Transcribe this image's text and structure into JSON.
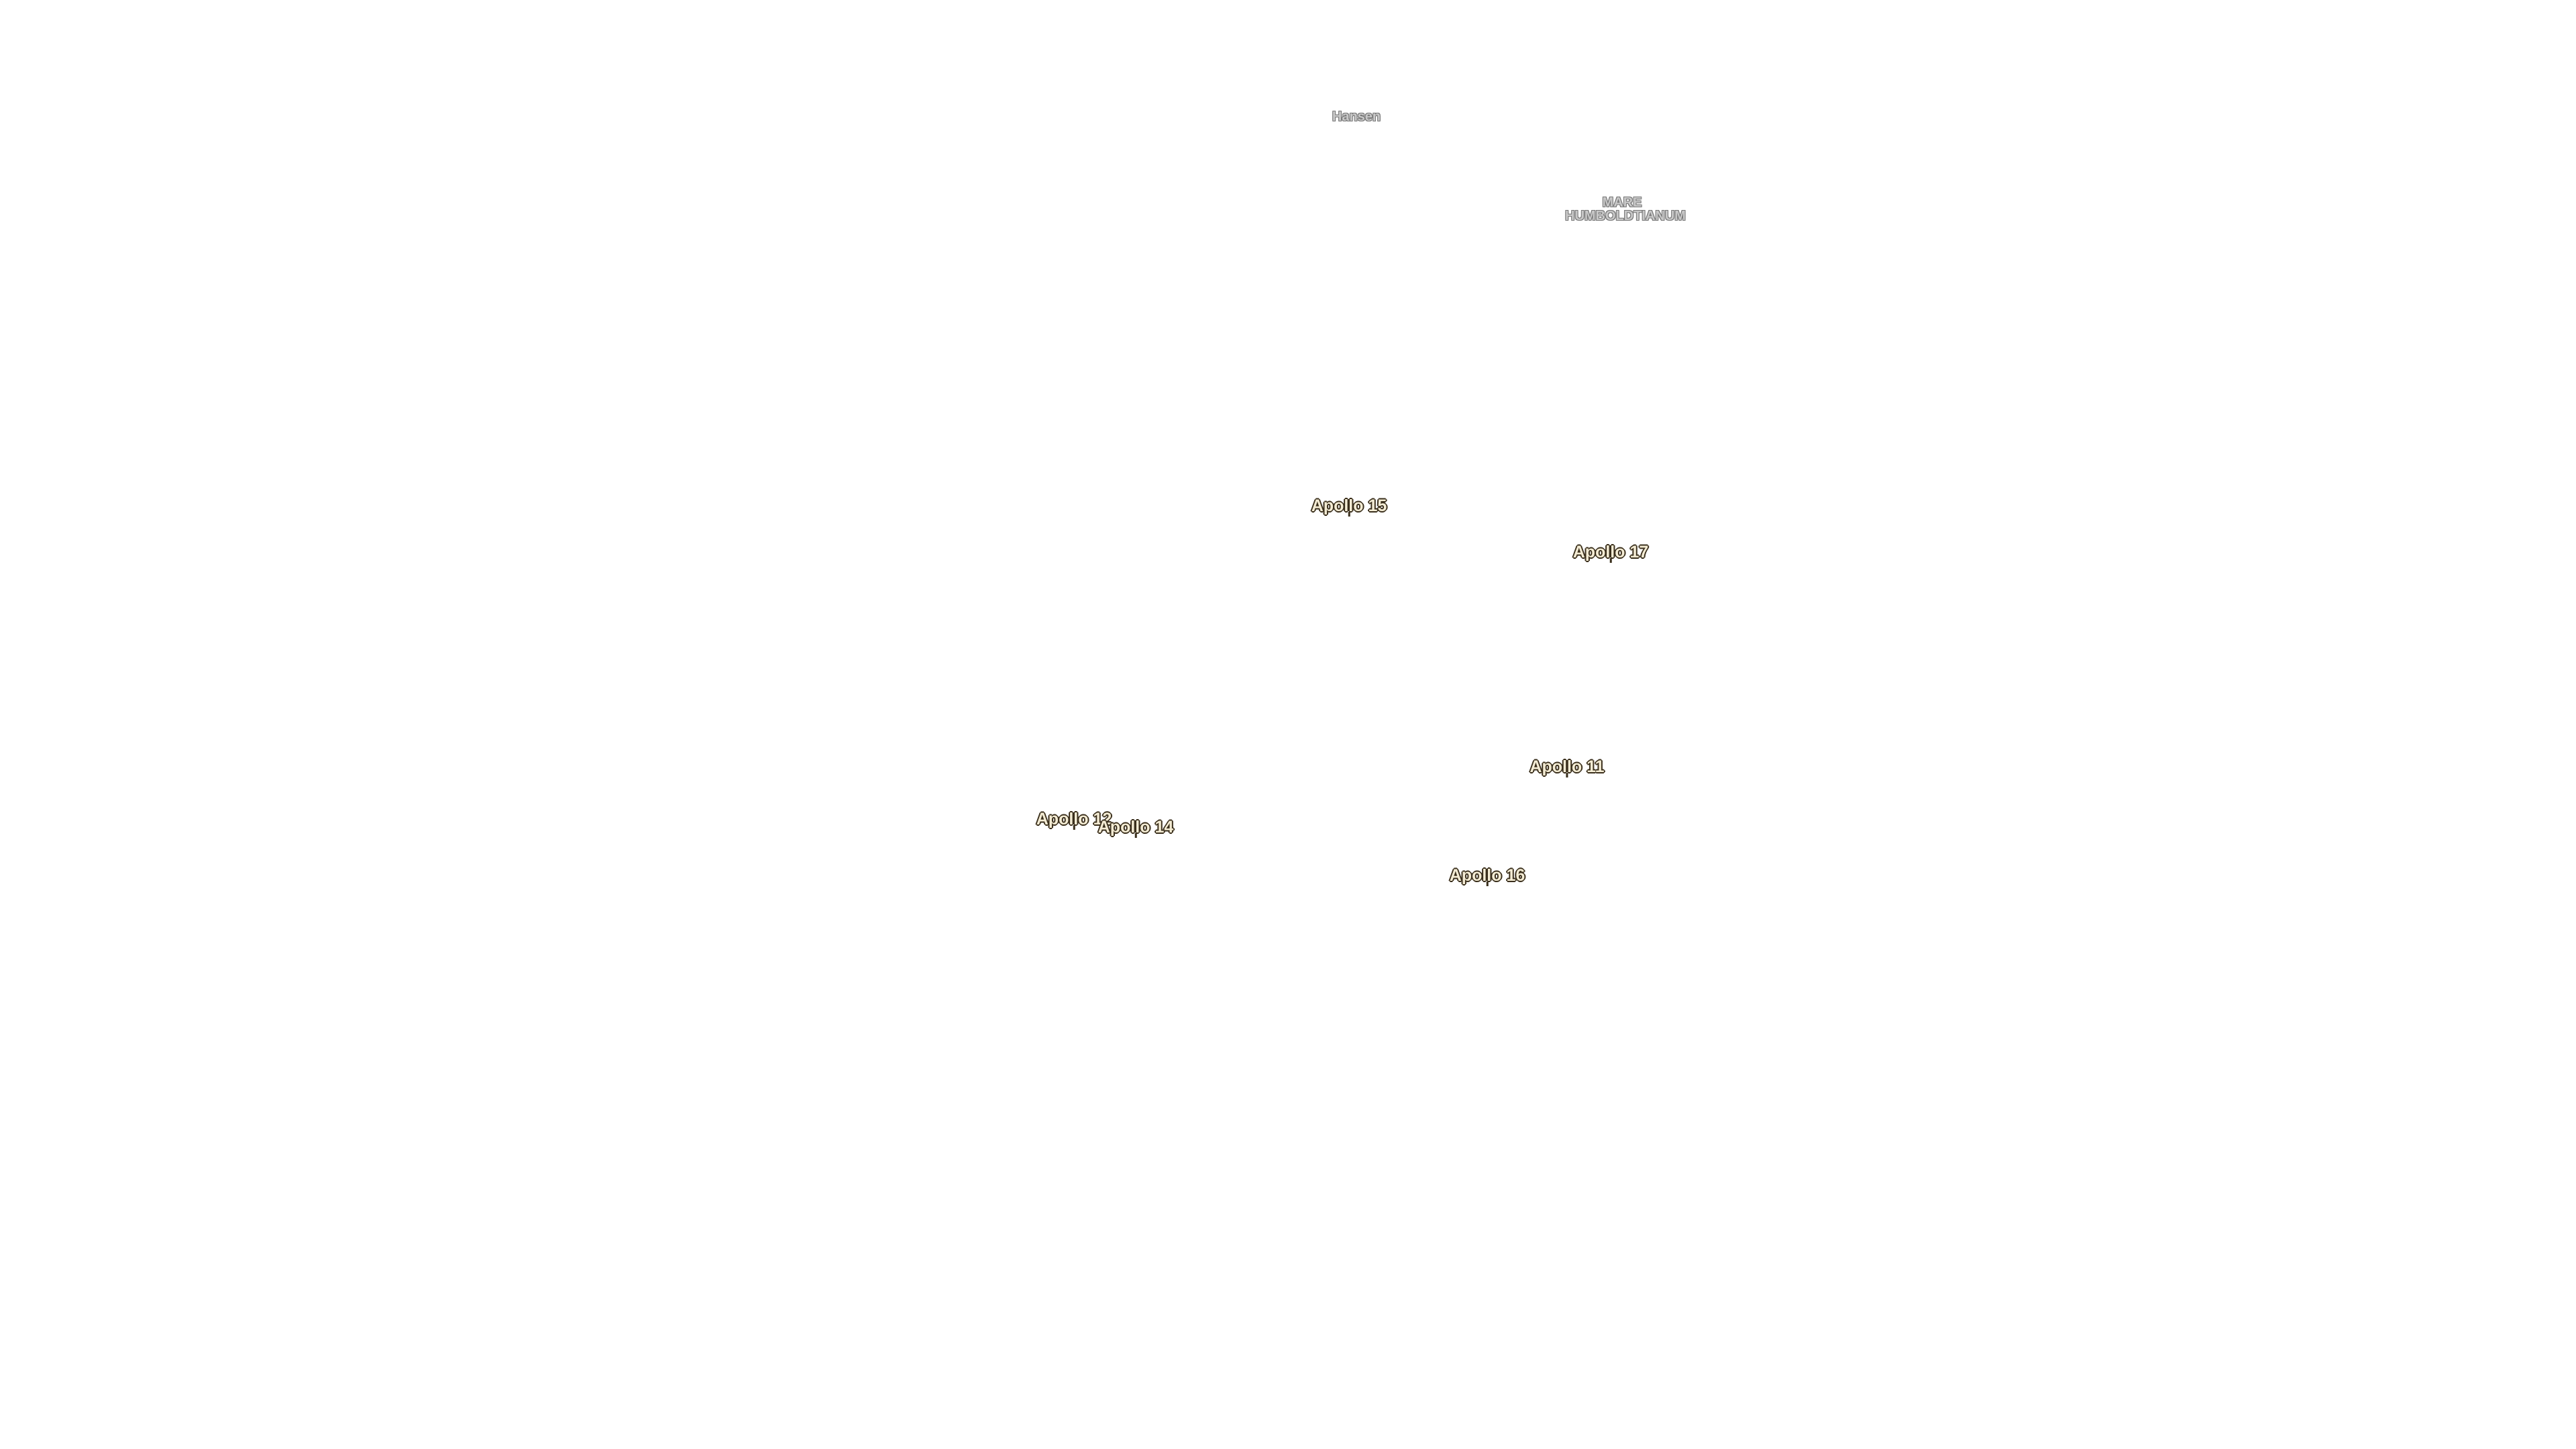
{
  "map": {
    "background_color": "#ffffff",
    "features": [
      {
        "id": "hansen",
        "name": "Hansen",
        "type": "crater"
      },
      {
        "id": "mare-humboldtianum",
        "name": "MARE HUMBOLDTIANUM",
        "type": "mare"
      }
    ],
    "landing_sites": [
      {
        "id": "apollo-15",
        "name": "Apollo 15"
      },
      {
        "id": "apollo-17",
        "name": "Apollo 17"
      },
      {
        "id": "apollo-11",
        "name": "Apollo 11"
      },
      {
        "id": "apollo-12",
        "name": "Apollo 12"
      },
      {
        "id": "apollo-14",
        "name": "Apollo 14"
      },
      {
        "id": "apollo-16",
        "name": "Apollo 16"
      }
    ],
    "colors": {
      "feature_label_fill": "#c8c8c8",
      "feature_label_outline": "#777777",
      "landing_label_fill": "#f4ecd4",
      "landing_label_outline": "#3a2f1c"
    }
  }
}
